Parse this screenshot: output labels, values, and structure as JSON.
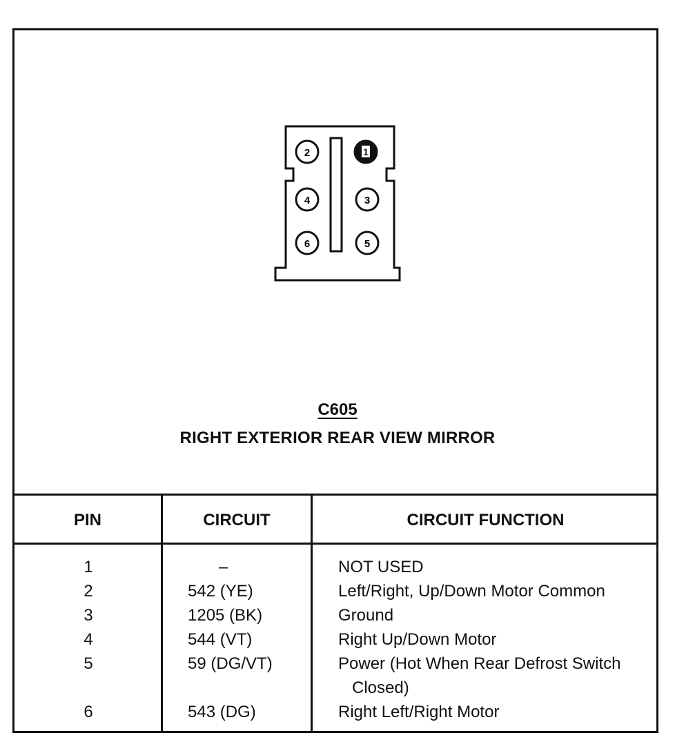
{
  "connector": {
    "id": "C605",
    "name": "RIGHT EXTERIOR REAR VIEW MIRROR",
    "pins": [
      {
        "label": "1",
        "filled": true
      },
      {
        "label": "2",
        "filled": false
      },
      {
        "label": "3",
        "filled": false
      },
      {
        "label": "4",
        "filled": false
      },
      {
        "label": "5",
        "filled": false
      },
      {
        "label": "6",
        "filled": false
      }
    ]
  },
  "table": {
    "headers": {
      "pin": "PIN",
      "circuit": "CIRCUIT",
      "function": "CIRCUIT FUNCTION"
    },
    "rows": [
      {
        "pin": "1",
        "circuit": "–",
        "function": "NOT USED"
      },
      {
        "pin": "2",
        "circuit": "542 (YE)",
        "function": "Left/Right, Up/Down Motor Common"
      },
      {
        "pin": "3",
        "circuit": "1205 (BK)",
        "function": "Ground"
      },
      {
        "pin": "4",
        "circuit": "544 (VT)",
        "function": "Right Up/Down Motor"
      },
      {
        "pin": "5",
        "circuit": "59 (DG/VT)",
        "function": "Power (Hot When Rear Defrost Switch",
        "function_cont": "Closed)"
      },
      {
        "pin": "6",
        "circuit": "543 (DG)",
        "function": "Right Left/Right Motor"
      }
    ]
  }
}
